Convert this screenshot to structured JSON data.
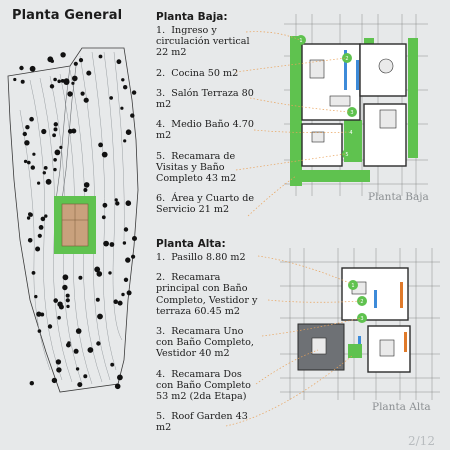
{
  "header": {
    "title": "Planta General"
  },
  "planta_baja": {
    "title": "Planta Baja:",
    "items": [
      {
        "text": "1.  Ingreso y\ncirculación vertical\n22 m2"
      },
      {
        "text": "2.  Cocina 50 m2"
      },
      {
        "text": "3.  Salón Terraza 80\nm2"
      },
      {
        "text": "4.  Medio Baño 4.70\nm2"
      },
      {
        "text": "5.  Recamara de\nVisitas y Baño\nCompleto 43 m2"
      },
      {
        "text": "6.  Área y Cuarto de\nServicio 21 m2"
      }
    ],
    "plan_label": "Planta Baja"
  },
  "planta_alta": {
    "title": "Planta Alta:",
    "items": [
      {
        "text": "1.  Pasillo 8.80 m2"
      },
      {
        "text": "2.  Recamara\nprincipal con Baño\nCompleto, Vestidor y\nterraza 60.45 m2"
      },
      {
        "text": "3.  Recamara Uno\ncon Baño Completo,\nVestidor 40 m2"
      },
      {
        "text": "4.  Recamara Dos\ncon Baño Completo\n53 m2 (2da Etapa)"
      },
      {
        "text": "5.  Roof Garden 43\nm2"
      }
    ],
    "plan_label": "Planta Alta"
  },
  "footer": {
    "page_number": "2/12"
  },
  "colors": {
    "background": "#e7e9ea",
    "garden_green": "#5fc24f",
    "callout_orange": "#e9a25a",
    "wall_dark": "#2b2b2b",
    "room_gray": "#6e7175"
  }
}
